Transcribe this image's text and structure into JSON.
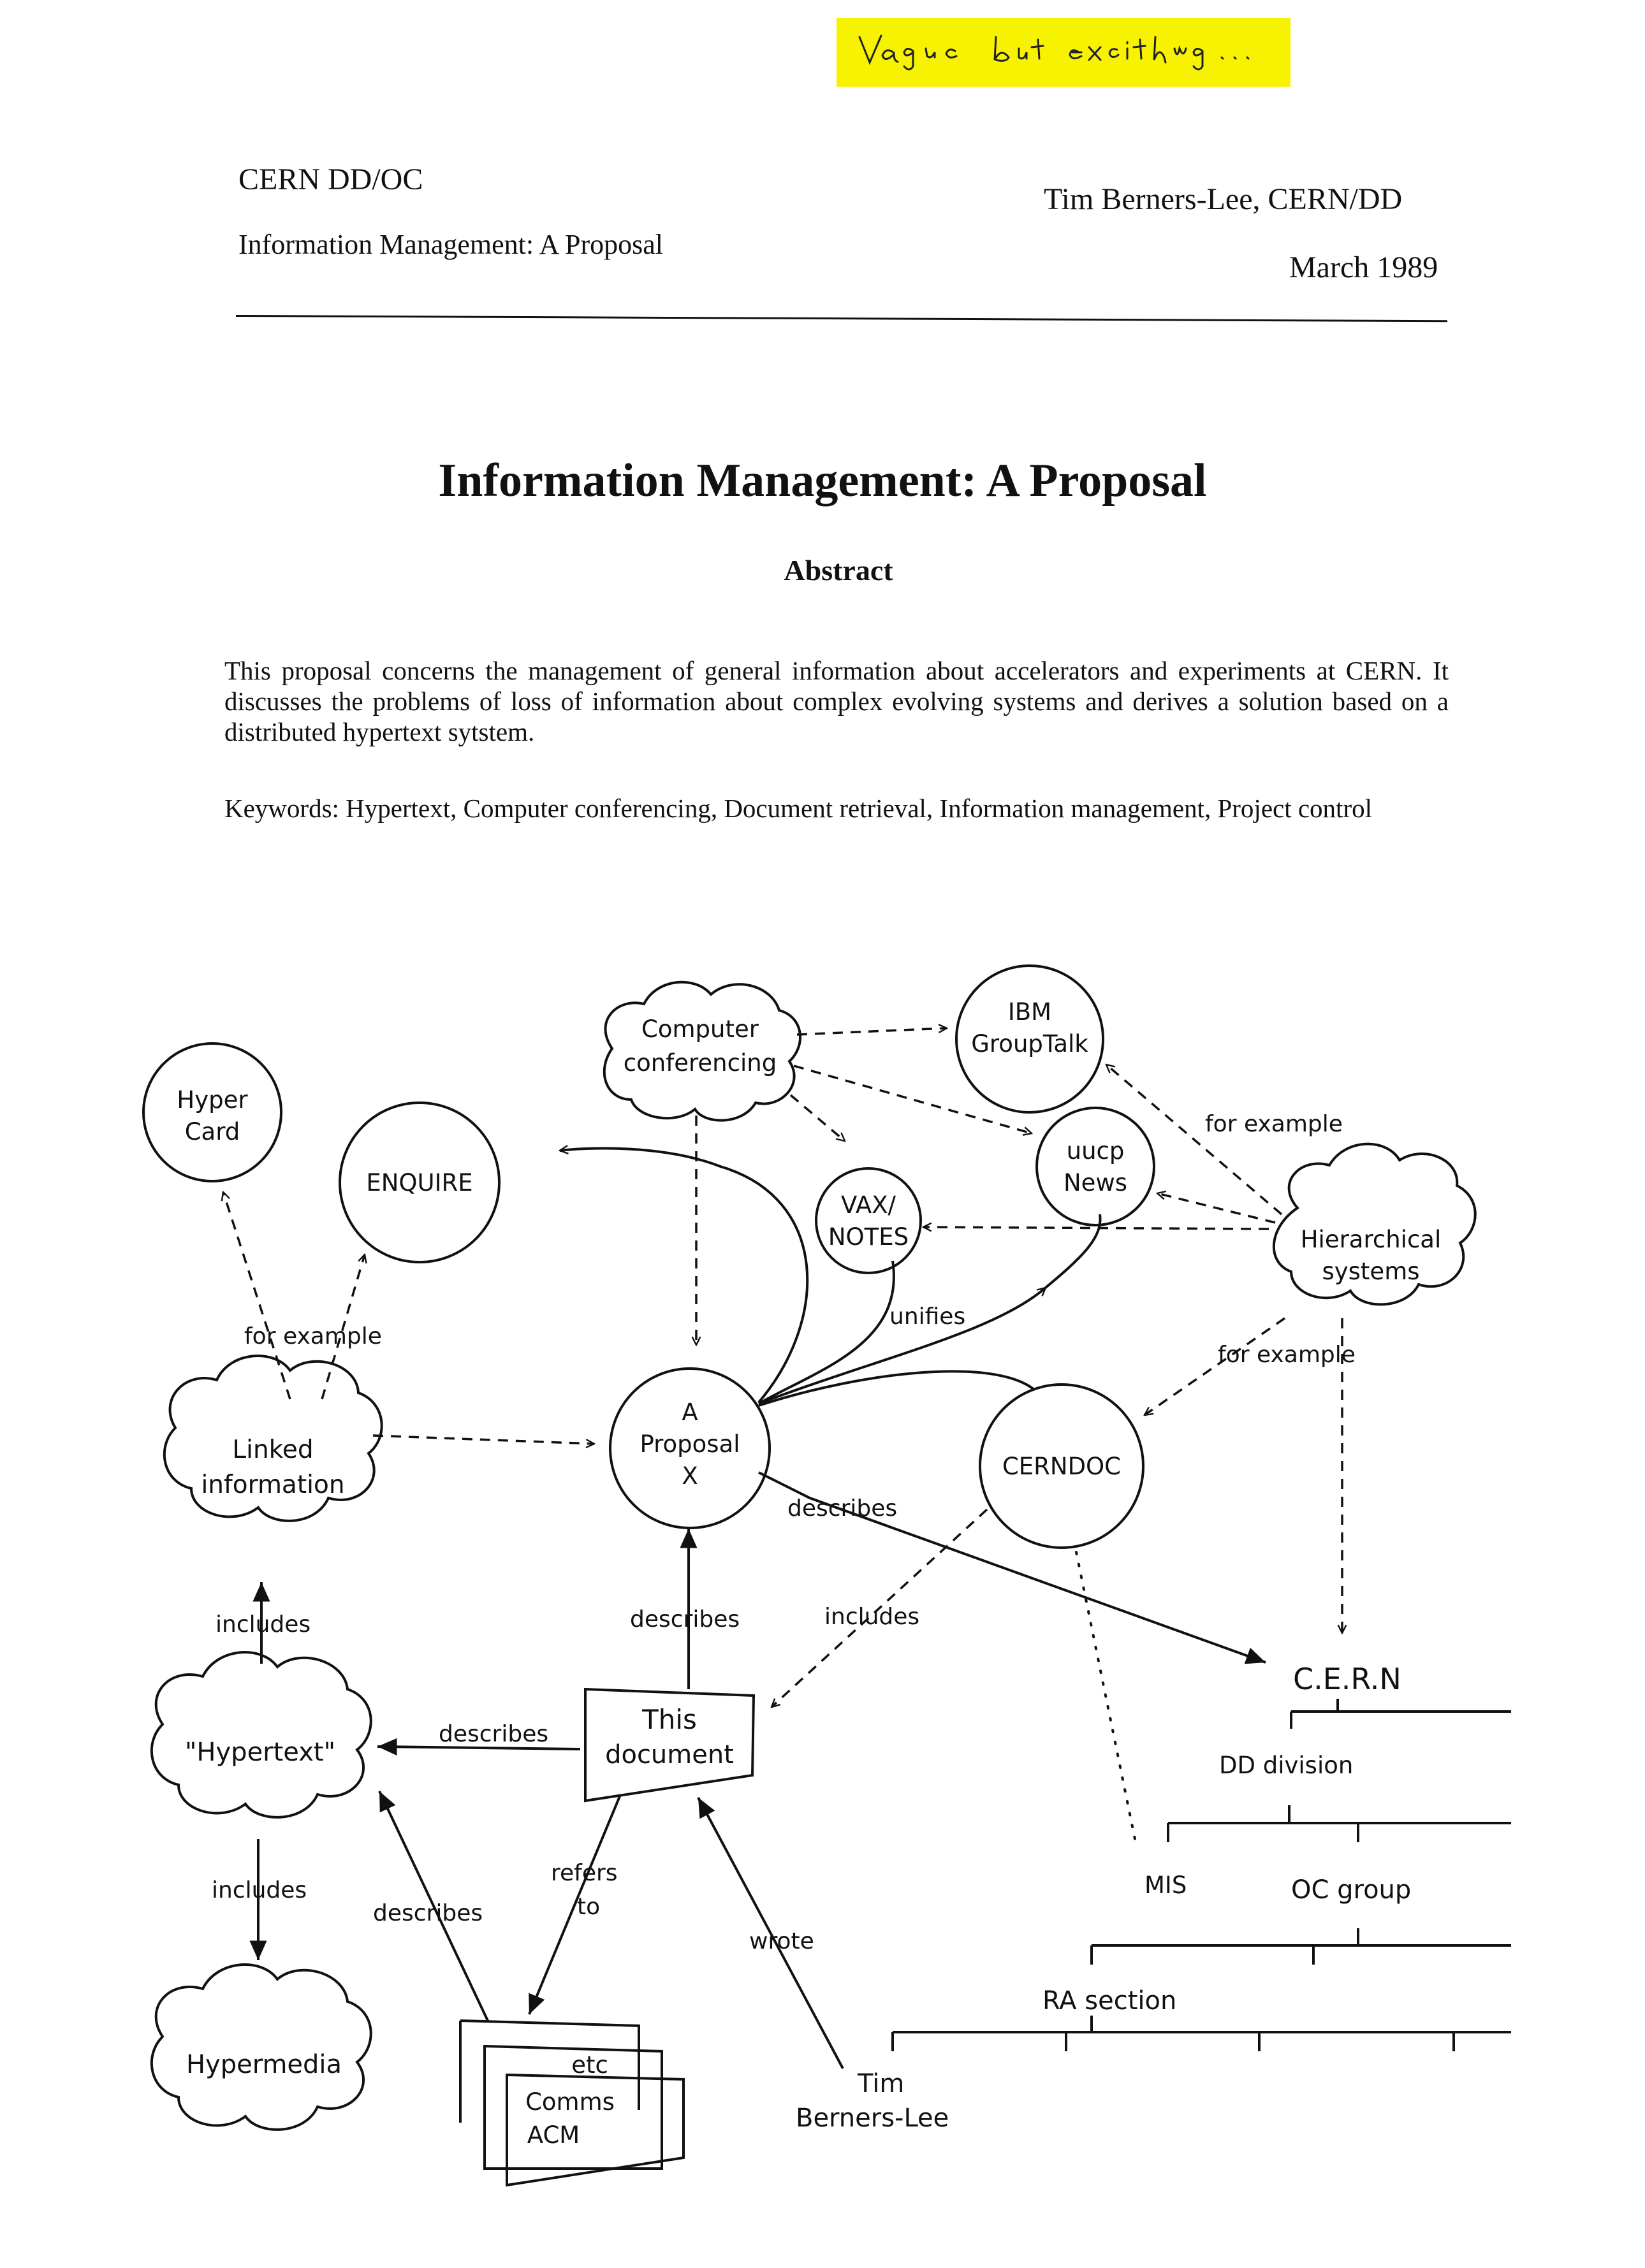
{
  "annotation": {
    "handwritten_note": "Vague but exciting ..."
  },
  "header": {
    "left_line1": "CERN DD/OC",
    "left_line2": "Information Management: A Proposal",
    "right_line1": "Tim Berners-Lee, CERN/DD",
    "right_line2": "March 1989"
  },
  "document": {
    "title": "Information Management: A Proposal",
    "abstract_heading": "Abstract",
    "abstract_text": "This proposal concerns the management of general information about accelerators and experiments at CERN. It discusses the problems of loss of information about complex evolving systems and derives a solution based on a distributed hypertext sytstem.",
    "keywords": "Keywords: Hypertext, Computer conferencing, Document retrieval, Information management, Project control"
  },
  "diagram": {
    "nodes": {
      "computer_conferencing": [
        "Computer",
        "conferencing"
      ],
      "ibm_grouptalk": [
        "IBM",
        "GroupTalk"
      ],
      "hypercard": [
        "Hyper",
        "Card"
      ],
      "enquire": "ENQUIRE",
      "vax_notes": [
        "VAX/",
        "NOTES"
      ],
      "uucp_news": [
        "uucp",
        "News"
      ],
      "hierarchical_systems": [
        "Hierarchical",
        "systems"
      ],
      "linked_information": [
        "Linked",
        "information"
      ],
      "a_proposal": [
        "A",
        "Proposal",
        "X"
      ],
      "cerndoc": "CERNDOC",
      "hypertext": "\"Hypertext\"",
      "this_document": [
        "This",
        "document"
      ],
      "hypermedia": "Hypermedia",
      "comms_acm": [
        "Comms",
        "ACM"
      ],
      "etc": "etc",
      "tim": [
        "Tim",
        "Berners-Lee"
      ]
    },
    "edge_labels": {
      "for_example_ibm": "for example",
      "for_example_hypercard": "for example",
      "for_example_cerndoc": "for example",
      "unifies": "unifies",
      "describes_cern": "describes",
      "describes_proposal": "describes",
      "includes_cerndoc": "includes",
      "includes_linked": "includes",
      "describes_hypertext": "describes",
      "includes_hypermedia": "includes",
      "describes_comms": "describes",
      "refers_to": [
        "refers",
        "to"
      ],
      "wrote": "wrote"
    },
    "org_chart": {
      "root": "C.E.R.N",
      "division": "DD division",
      "mis": "MIS",
      "group": "OC group",
      "section": "RA section"
    }
  }
}
